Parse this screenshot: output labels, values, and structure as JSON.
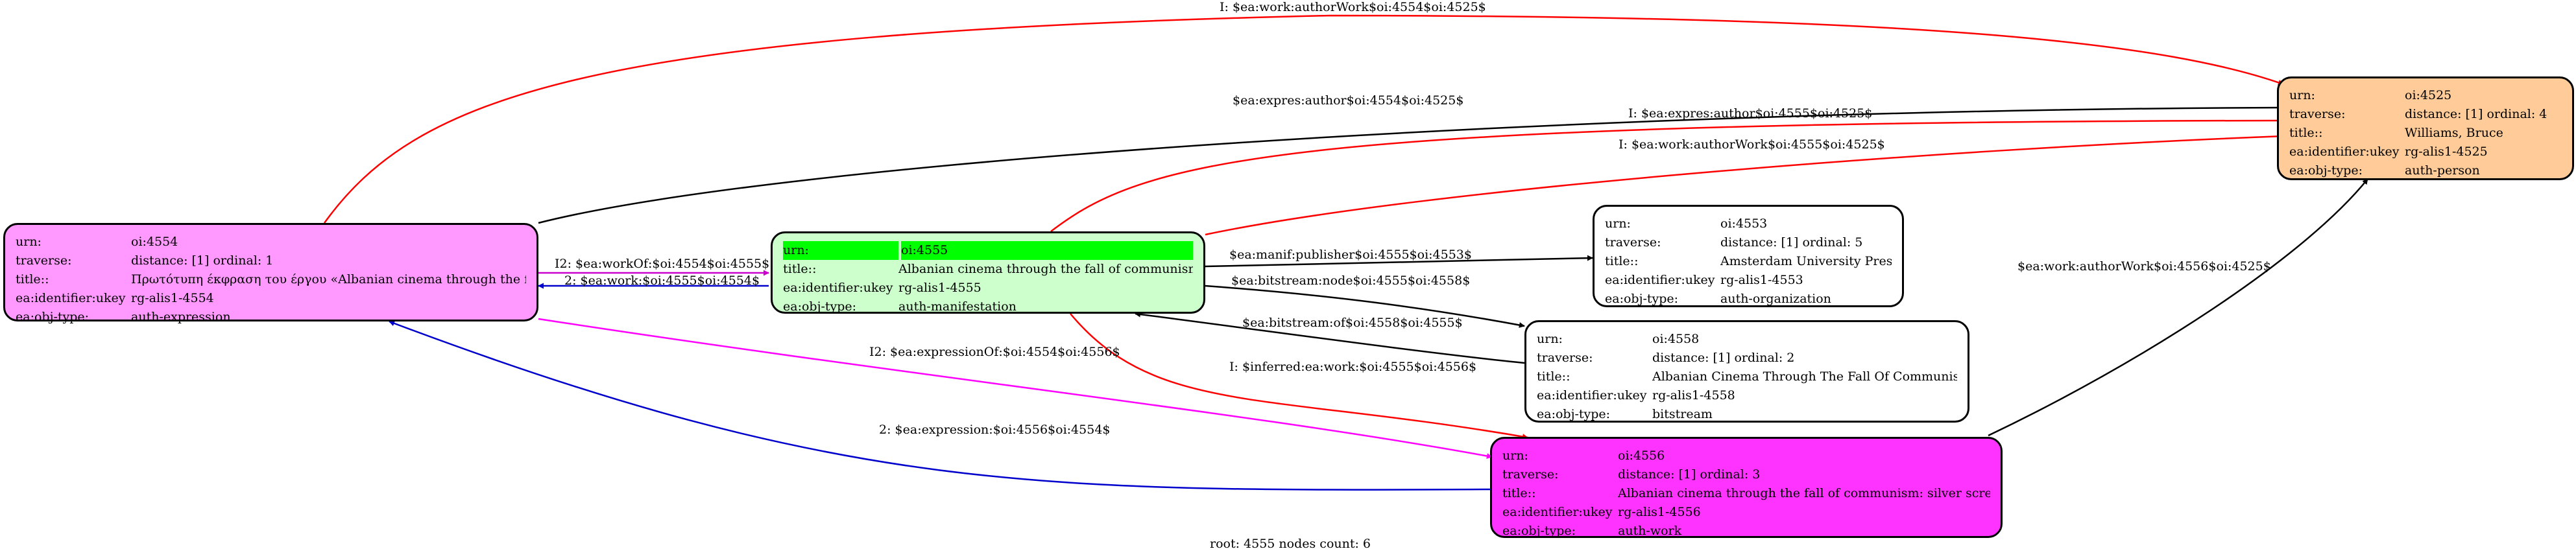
{
  "nodes": {
    "n4554": {
      "fill": "#ff99ff",
      "rows": [
        {
          "key": "urn:",
          "value": "oi:4554"
        },
        {
          "key": "traverse:",
          "value": "distance: [1]     ordinal: 1"
        },
        {
          "key": "title::",
          "value": "Πρωτότυπη έκφραση του έργου «Albanian cinema through the f..."
        },
        {
          "key": "ea:identifier:ukey",
          "value": "rg-alis1-4554"
        },
        {
          "key": "ea:obj-type:",
          "value": "auth-expression"
        }
      ]
    },
    "n4555": {
      "fill": "#ccffcc",
      "rows": [
        {
          "key": "urn:",
          "value": "oi:4555"
        },
        {
          "key": "title::",
          "value": "Albanian cinema through the fall of communism"
        },
        {
          "key": "ea:identifier:ukey",
          "value": "rg-alis1-4555"
        },
        {
          "key": "ea:obj-type:",
          "value": "auth-manifestation"
        }
      ]
    },
    "n4553": {
      "fill": "#ffffff",
      "rows": [
        {
          "key": "urn:",
          "value": "oi:4553"
        },
        {
          "key": "traverse:",
          "value": "distance: [1]     ordinal: 5"
        },
        {
          "key": "title::",
          "value": "Amsterdam University Press"
        },
        {
          "key": "ea:identifier:ukey",
          "value": "rg-alis1-4553"
        },
        {
          "key": "ea:obj-type:",
          "value": "auth-organization"
        }
      ]
    },
    "n4558": {
      "fill": "#ffffff",
      "rows": [
        {
          "key": "urn:",
          "value": "oi:4558"
        },
        {
          "key": "traverse:",
          "value": "distance: [1]     ordinal: 2"
        },
        {
          "key": "title::",
          "value": "Albanian Cinema Through The Fall Of Communism"
        },
        {
          "key": "ea:identifier:ukey",
          "value": "rg-alis1-4558"
        },
        {
          "key": "ea:obj-type:",
          "value": "bitstream"
        }
      ]
    },
    "n4556": {
      "fill": "#ff33ff",
      "rows": [
        {
          "key": "urn:",
          "value": "oi:4556"
        },
        {
          "key": "traverse:",
          "value": "distance: [1]     ordinal: 3"
        },
        {
          "key": "title::",
          "value": "Albanian cinema through the fall of communism: silver scre..."
        },
        {
          "key": "ea:identifier:ukey",
          "value": "rg-alis1-4556"
        },
        {
          "key": "ea:obj-type:",
          "value": "auth-work"
        }
      ]
    },
    "n4525": {
      "fill": "#ffcc99",
      "rows": [
        {
          "key": "urn:",
          "value": "oi:4525"
        },
        {
          "key": "traverse:",
          "value": "distance: [1]     ordinal: 4"
        },
        {
          "key": "title::",
          "value": "Williams, Bruce"
        },
        {
          "key": "ea:identifier:ukey",
          "value": "rg-alis1-4525"
        },
        {
          "key": "ea:obj-type:",
          "value": "auth-person"
        }
      ]
    }
  },
  "root_highlight_color": "#00ff00",
  "edges": [
    {
      "id": "e1",
      "from": "n4554",
      "to": "n4525",
      "color": "#ff0000",
      "label": "I: $ea:work:authorWork$oi:4554$oi:4525$"
    },
    {
      "id": "e2",
      "from": "n4554",
      "to": "n4525",
      "color": "#000000",
      "label": "$ea:expres:author$oi:4554$oi:4525$"
    },
    {
      "id": "e3",
      "from": "n4555",
      "to": "n4525",
      "color": "#ff0000",
      "label": "I: $ea:expres:author$oi:4555$oi:4525$"
    },
    {
      "id": "e4",
      "from": "n4555",
      "to": "n4525",
      "color": "#ff0000",
      "label": "I: $ea:work:authorWork$oi:4555$oi:4525$"
    },
    {
      "id": "e5",
      "from": "n4554",
      "to": "n4555",
      "color": "#cc00cc",
      "label": "I2: $ea:workOf:$oi:4554$oi:4555$"
    },
    {
      "id": "e6",
      "from": "n4555",
      "to": "n4554",
      "color": "#0000cc",
      "label": "2: $ea:work:$oi:4555$oi:4554$"
    },
    {
      "id": "e7",
      "from": "n4555",
      "to": "n4553",
      "color": "#000000",
      "label": "$ea:manif:publisher$oi:4555$oi:4553$"
    },
    {
      "id": "e8",
      "from": "n4555",
      "to": "n4558",
      "color": "#000000",
      "label": "$ea:bitstream:node$oi:4555$oi:4558$"
    },
    {
      "id": "e9",
      "from": "n4558",
      "to": "n4555",
      "color": "#000000",
      "label": "$ea:bitstream:of$oi:4558$oi:4555$"
    },
    {
      "id": "e10",
      "from": "n4555",
      "to": "n4556",
      "color": "#ff0000",
      "label": "I: $inferred:ea:work:$oi:4555$oi:4556$"
    },
    {
      "id": "e11",
      "from": "n4554",
      "to": "n4556",
      "color": "#ff00ff",
      "label": "I2: $ea:expressionOf:$oi:4554$oi:4556$"
    },
    {
      "id": "e12",
      "from": "n4556",
      "to": "n4554",
      "color": "#0000cc",
      "label": "2: $ea:expression:$oi:4556$oi:4554$"
    },
    {
      "id": "e13",
      "from": "n4556",
      "to": "n4525",
      "color": "#000000",
      "label": "$ea:work:authorWork$oi:4556$oi:4525$"
    }
  ],
  "footer": "root: 4555 nodes count: 6"
}
